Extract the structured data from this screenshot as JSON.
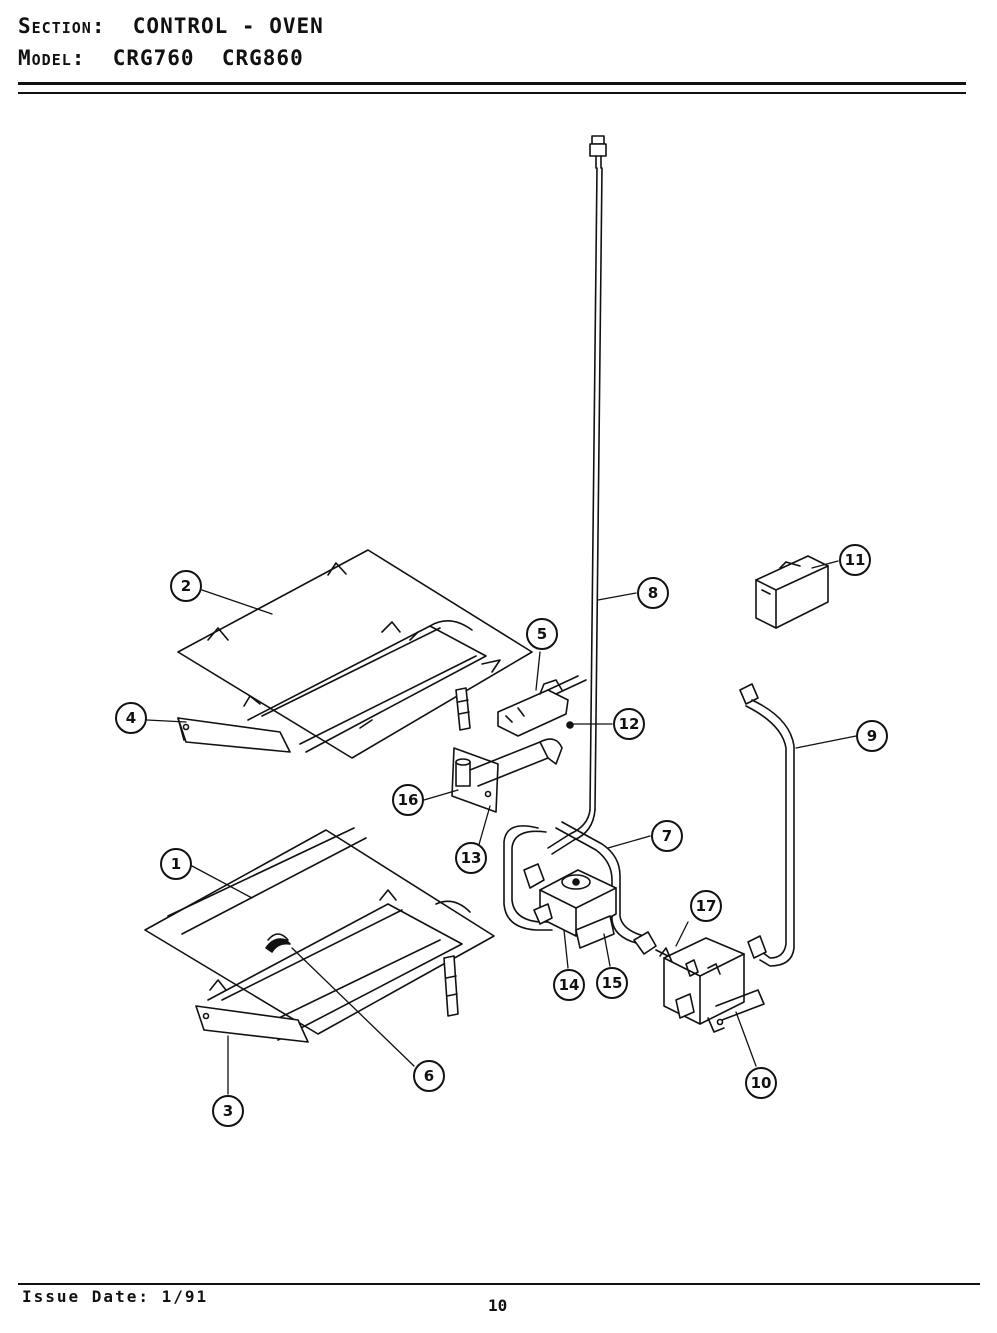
{
  "header": {
    "section_label": "Section:",
    "section_value": "CONTROL - OVEN",
    "model_label": "Model:",
    "model_value": "CRG760  CRG860"
  },
  "footer": {
    "issue_date": "Issue Date: 1/91",
    "page_number": "10"
  },
  "callouts": [
    "1",
    "2",
    "3",
    "4",
    "5",
    "6",
    "7",
    "8",
    "9",
    "10",
    "11",
    "12",
    "13",
    "14",
    "15",
    "16",
    "17"
  ]
}
